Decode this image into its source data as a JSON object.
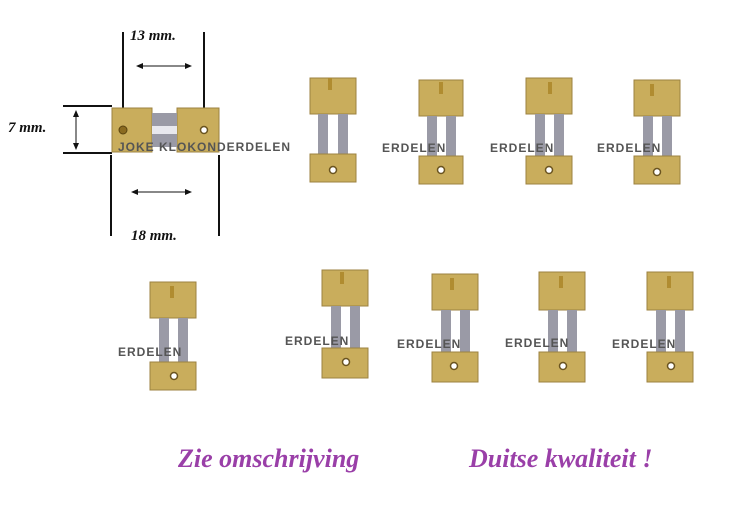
{
  "dimensions": {
    "top_width": "13 mm.",
    "height": "7 mm.",
    "bottom_width": "18 mm."
  },
  "watermark": {
    "full": "JOKE KLOKONDERDELEN",
    "fragment": "ERDELEN"
  },
  "captions": {
    "left": "Zie omschrijving",
    "right": "Duitse kwaliteit !"
  },
  "colors": {
    "brass": "#c9ad5c",
    "brass_dark": "#9c8240",
    "steel": "#9a9aa6",
    "caption": "#9a3fa8"
  }
}
